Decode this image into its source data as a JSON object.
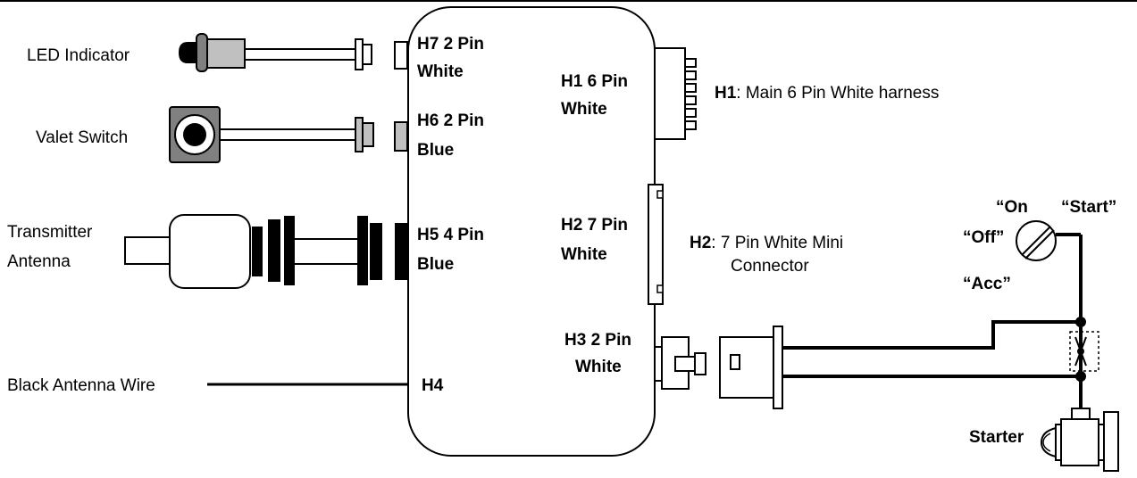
{
  "left_labels": {
    "led": "LED Indicator",
    "valet": "Valet Switch",
    "transmitter_line1": "Transmitter",
    "transmitter_line2": "Antenna",
    "black_wire": "Black Antenna Wire"
  },
  "module_ports": {
    "h7_line1": "H7 2 Pin",
    "h7_line2": "White",
    "h6_line1": "H6 2 Pin",
    "h6_line2": "Blue",
    "h5_line1": "H5 4 Pin",
    "h5_line2": "Blue",
    "h4": "H4",
    "h1_line1": "H1 6 Pin",
    "h1_line2": "White",
    "h2_line1": "H2 7 Pin",
    "h2_line2": "White",
    "h3_line1": "H3 2 Pin",
    "h3_line2": "White"
  },
  "right_labels": {
    "h1_bold": "H1",
    "h1_desc": ": Main 6 Pin White harness",
    "h2_bold": "H2",
    "h2_desc_line1": ": 7 Pin White Mini",
    "h2_desc_line2": "Connector"
  },
  "ignition": {
    "on": "“On",
    "start": "“Start”",
    "off": "“Off”",
    "acc": "“Acc”",
    "starter": "Starter"
  },
  "colors": {
    "component_gray": "#c0c0c0",
    "dark_gray": "#808080",
    "line": "#000000"
  }
}
